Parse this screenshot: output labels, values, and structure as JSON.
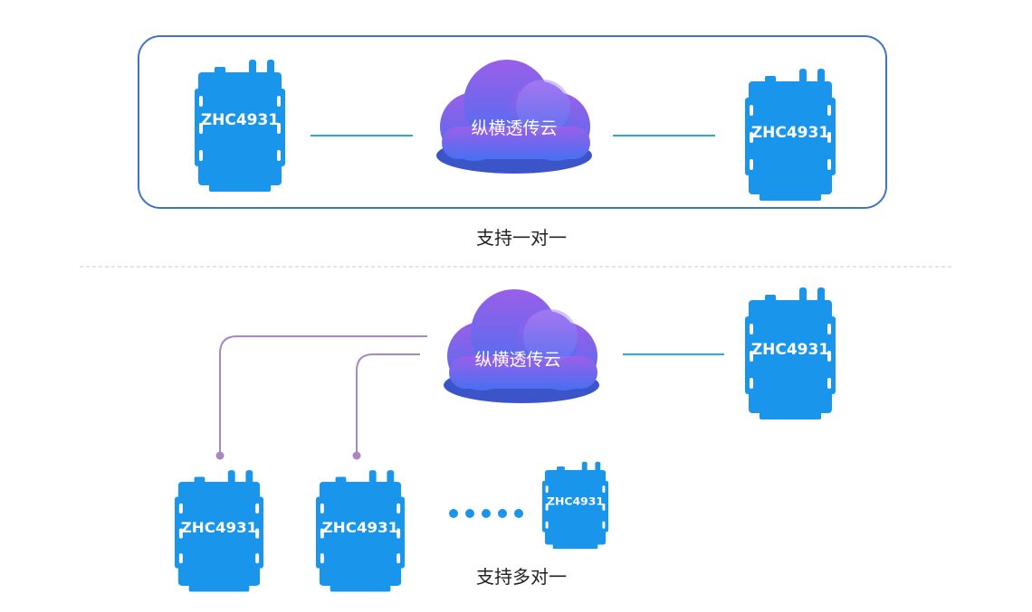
{
  "colors": {
    "device_blue": "#1a95ec",
    "link_cyan": "#2aa7dc",
    "link_purple": "#a987c0",
    "frame_blue": "#3f74c4",
    "divider_gray": "#c9c9c9",
    "cloud_top": "#9a5fe8",
    "cloud_bottom": "#4a6ff2",
    "dots_blue": "#1a95ec"
  },
  "scenarios": {
    "one_to_one": {
      "caption": "支持一对一",
      "cloud_label": "纵横透传云",
      "left_device_label": "ZHC4931",
      "right_device_label": "ZHC4931"
    },
    "many_to_one": {
      "caption": "支持多对一",
      "cloud_label": "纵横透传云",
      "right_device_label": "ZHC4931",
      "device_1_label": "ZHC4931",
      "device_2_label": "ZHC4931",
      "device_3_label": "ZHC4931",
      "more_indicator_count": 5
    }
  },
  "icons": [
    "zhc4931-device-icon",
    "cloud-icon"
  ]
}
